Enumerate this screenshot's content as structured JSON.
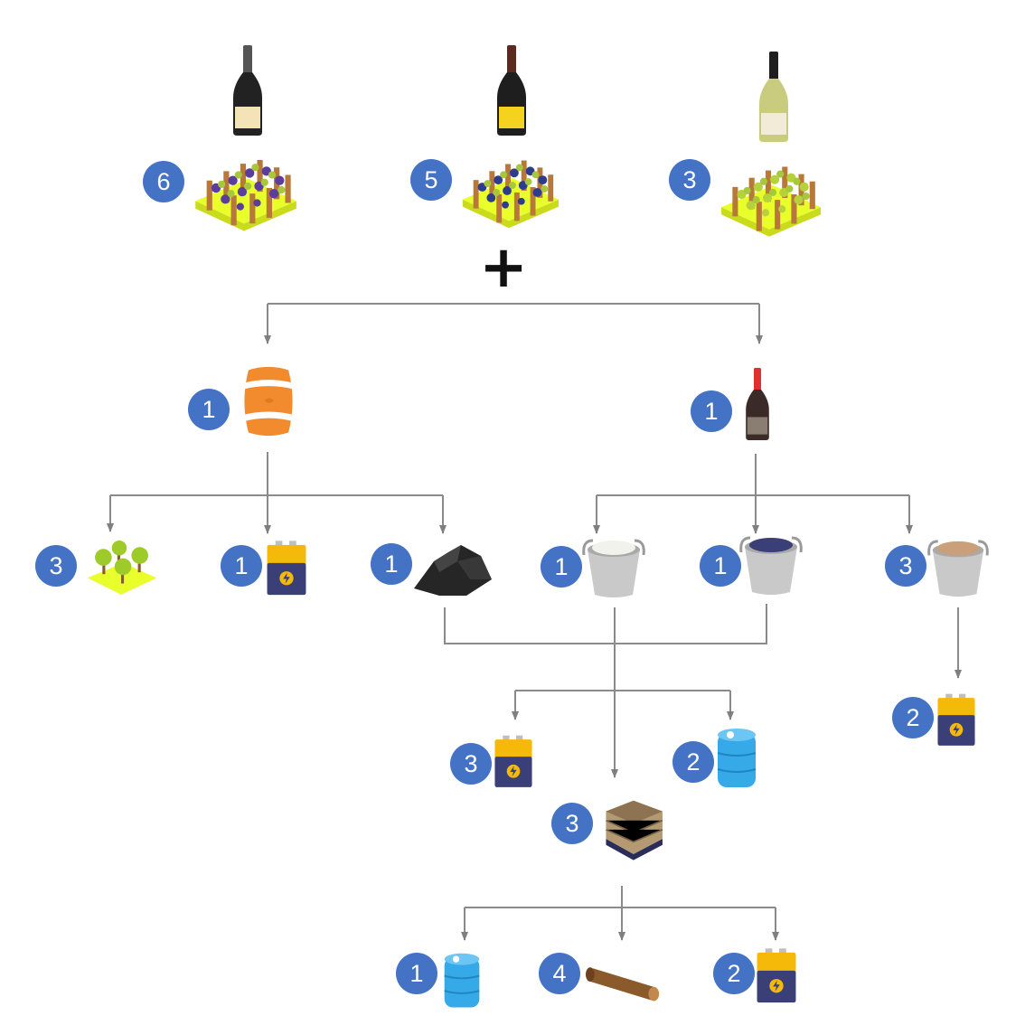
{
  "colors": {
    "badge": "#4472c4",
    "line": "#8a8a8a",
    "grass": "#e7ff2a",
    "fence": "#b87333",
    "barrel": "#f28a2e",
    "battery_top": "#f5b90a",
    "battery_body": "#3a3f78",
    "water": "#36a9e8",
    "bucket": "#c9c9c9",
    "pallet": "#8d7352",
    "log": "#8a5a2b",
    "coal": "#262626"
  },
  "operator": "+",
  "wines": [
    {
      "icon": "dark-wine-bottle-icon",
      "vineyard_icon": "purple-grape-vineyard-icon",
      "count": "6"
    },
    {
      "icon": "yellow-label-wine-bottle-icon",
      "vineyard_icon": "blue-grape-vineyard-icon",
      "count": "5"
    },
    {
      "icon": "white-wine-bottle-icon",
      "vineyard_icon": "green-grape-vineyard-icon",
      "count": "3"
    }
  ],
  "nodes": {
    "barrel": {
      "icon": "barrel-icon",
      "count": "1"
    },
    "red_wine": {
      "icon": "red-cap-wine-bottle-icon",
      "count": "1"
    },
    "orchard": {
      "icon": "orchard-icon",
      "count": "3"
    },
    "battery_a": {
      "icon": "battery-icon",
      "count": "1"
    },
    "coal": {
      "icon": "coal-icon",
      "count": "1"
    },
    "bucket_white": {
      "icon": "white-bucket-icon",
      "count": "1"
    },
    "bucket_blue": {
      "icon": "blue-bucket-icon",
      "count": "1"
    },
    "bucket_potato": {
      "icon": "potato-bucket-icon",
      "count": "3"
    },
    "battery_b": {
      "icon": "battery-icon",
      "count": "2"
    },
    "battery_c": {
      "icon": "battery-icon",
      "count": "3"
    },
    "water_a": {
      "icon": "water-tank-icon",
      "count": "2"
    },
    "pallet": {
      "icon": "pallet-icon",
      "count": "3"
    },
    "water_b": {
      "icon": "water-tank-icon",
      "count": "1"
    },
    "log": {
      "icon": "log-icon",
      "count": "4"
    },
    "battery_d": {
      "icon": "battery-icon",
      "count": "2"
    }
  }
}
